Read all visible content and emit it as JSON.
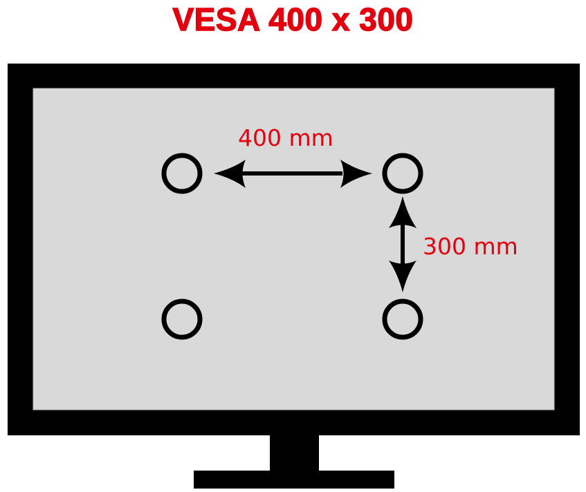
{
  "title": "VESA 400 x 300",
  "labels": {
    "horizontal": "400 mm",
    "vertical": "300 mm"
  },
  "colors": {
    "accent_red": "#e3000f",
    "bezel": "#000000",
    "screen": "#d9d9d9",
    "background": "#ffffff",
    "marks": "#000000"
  },
  "mounting_holes": [
    {
      "position": "top-left"
    },
    {
      "position": "top-right"
    },
    {
      "position": "bottom-left"
    },
    {
      "position": "bottom-right"
    }
  ]
}
